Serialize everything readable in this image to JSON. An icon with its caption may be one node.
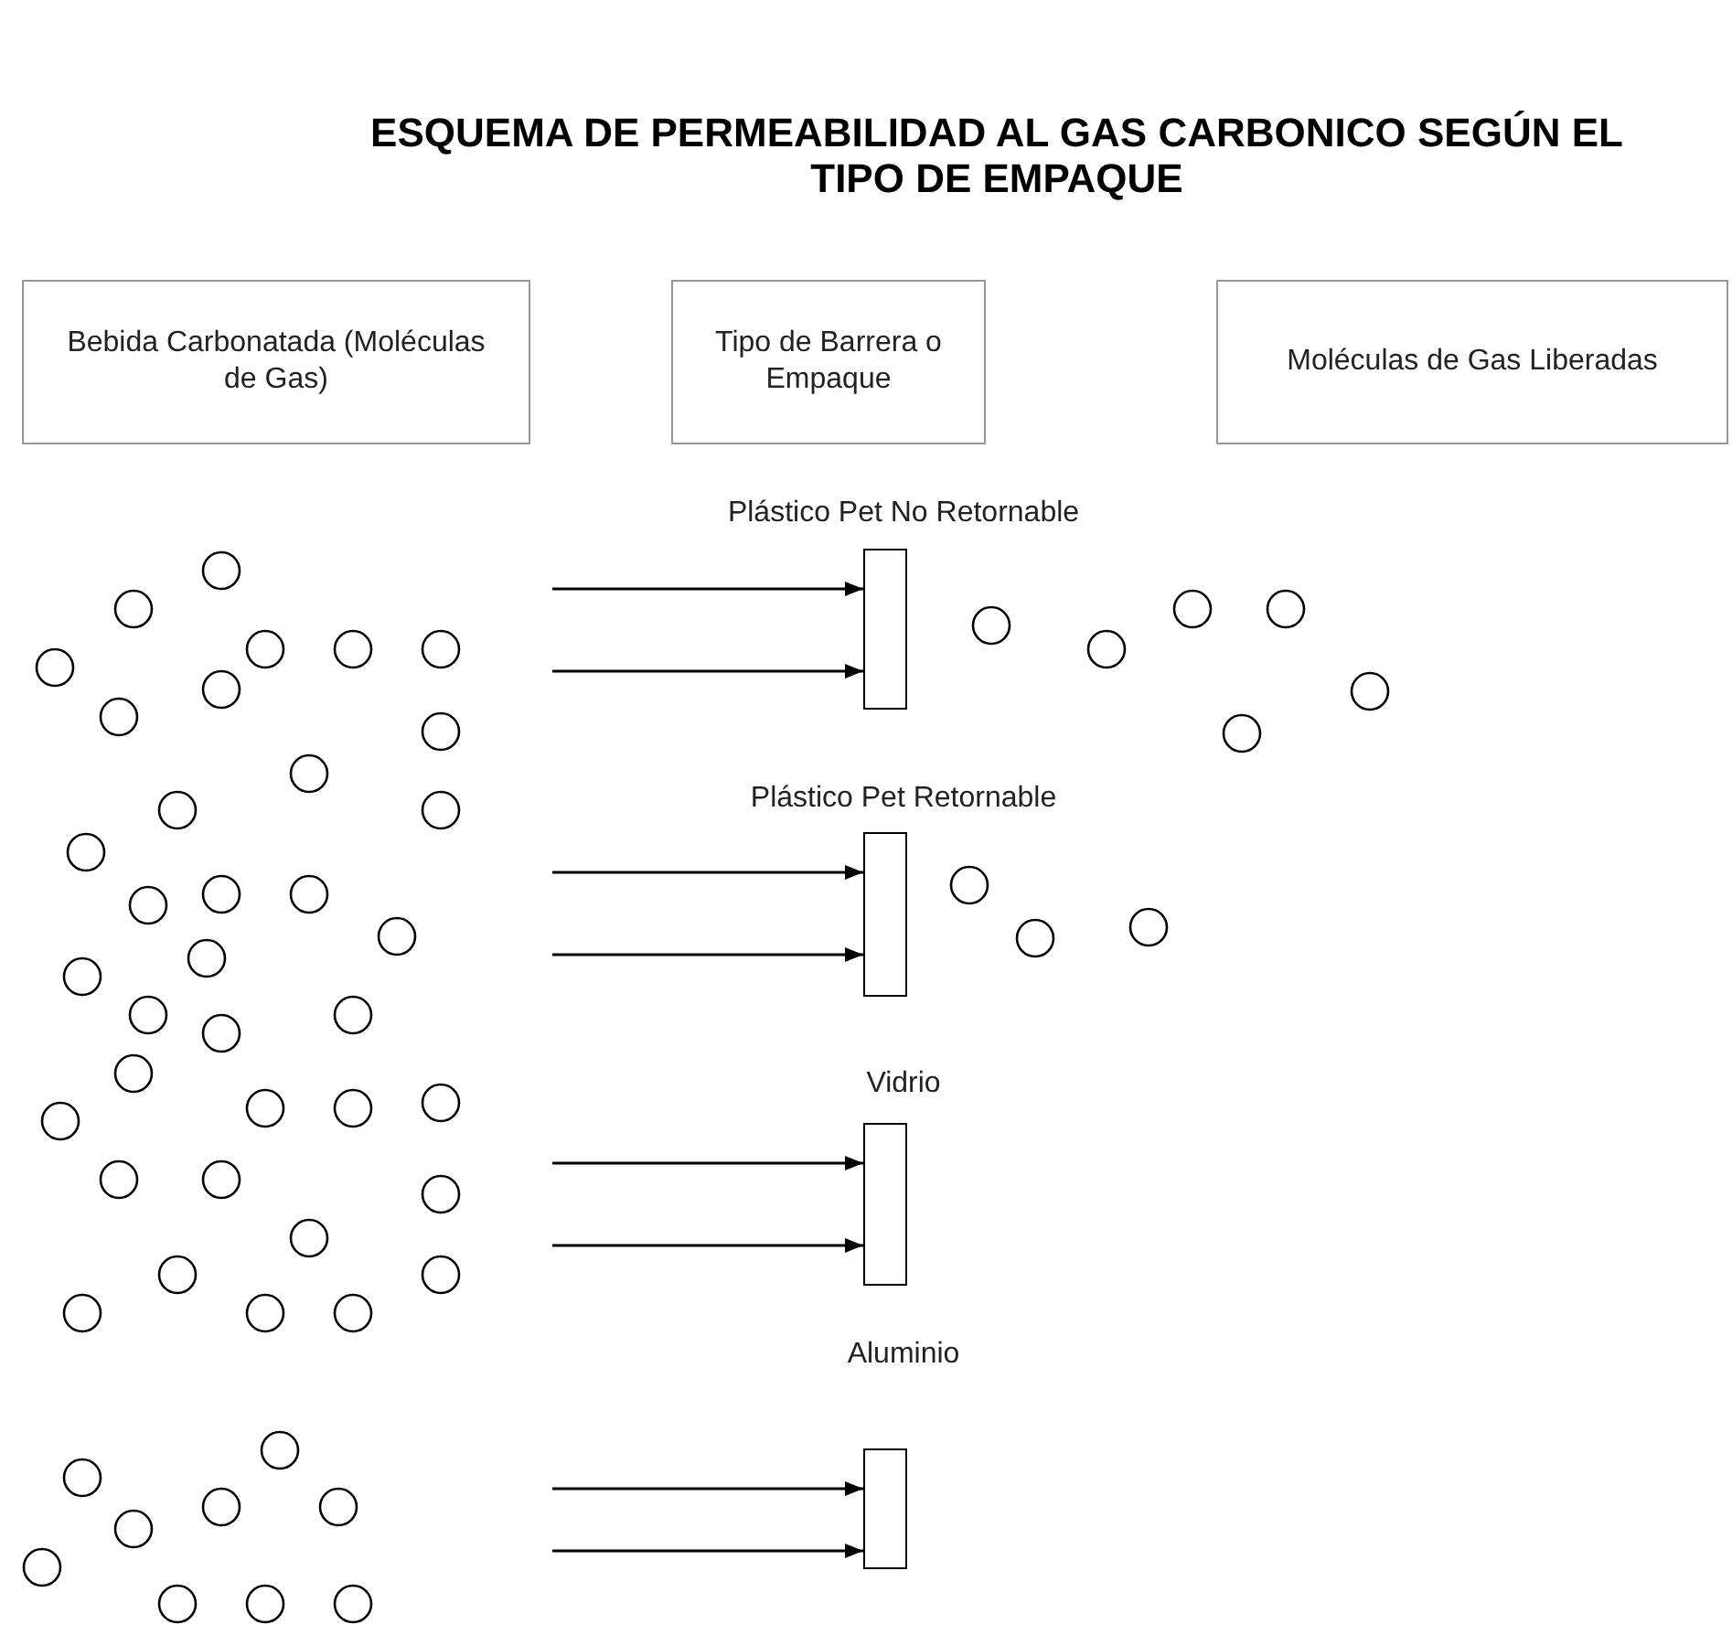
{
  "diagram": {
    "title": "ESQUEMA DE PERMEABILIDAD AL GAS CARBONICO SEGÚN EL TIPO DE EMPAQUE",
    "nodes": [
      {
        "text": [
          "Bebida Carbonatada (Moléculas de Gas)"
        ]
      },
      {
        "text": [
          "Tipo de Barrera o Empaque"
        ]
      },
      {
        "text": [
          "Moléculas de Gas Liberadas"
        ]
      },
      {
        "text": [
          "Plástico Pet No Retornable"
        ]
      },
      {
        "text": [
          "Plástico Pet Retornable"
        ]
      },
      {
        "text": [
          "Vidrio"
        ]
      },
      {
        "text": [
          "Aluminio"
        ]
      }
    ],
    "edges": [
      {
        "from": null,
        "to": 3,
        "arrow": "to"
      },
      {
        "from": null,
        "to": 3,
        "arrow": "to"
      },
      {
        "from": null,
        "to": 4,
        "arrow": "to"
      },
      {
        "from": null,
        "to": 4,
        "arrow": "to"
      },
      {
        "from": null,
        "to": 5,
        "arrow": "to"
      },
      {
        "from": null,
        "to": 5,
        "arrow": "to"
      },
      {
        "from": null,
        "to": 6,
        "arrow": "to"
      },
      {
        "from": null,
        "to": 6,
        "arrow": "to"
      }
    ]
  }
}
